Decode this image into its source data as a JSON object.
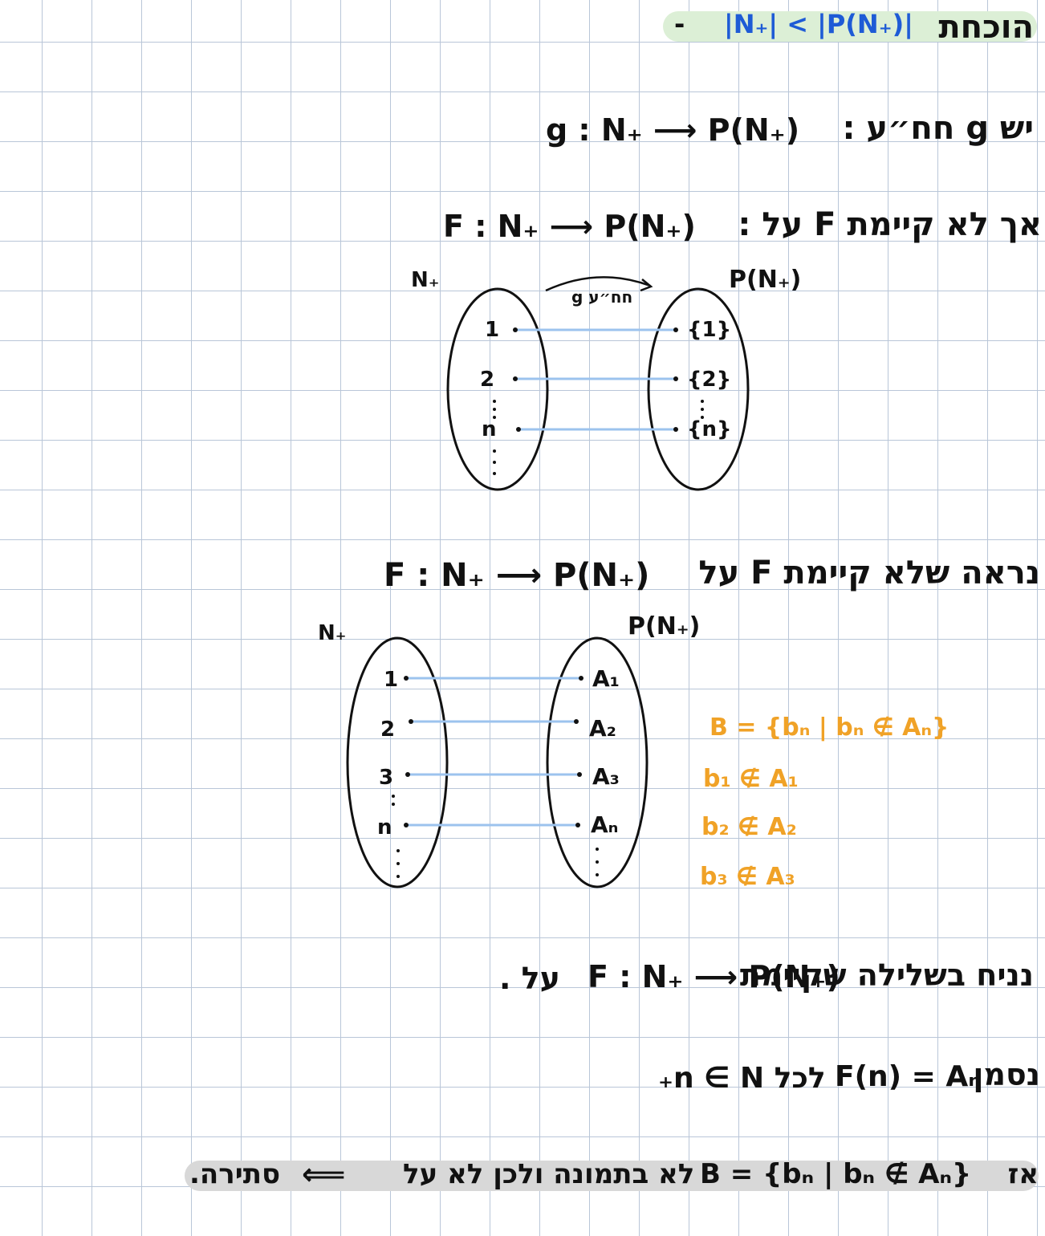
{
  "header": {
    "title": "הוכחת",
    "statement": "|N₊| < |P(N₊)|",
    "dash": "-"
  },
  "line1": {
    "text": "יש g חח״ע :",
    "formula": "g : N₊ ⟶ P(N₊)"
  },
  "line2": {
    "text": "אך לא קיימת F על :",
    "formula": "F : N₊ ⟶ P(N₊)"
  },
  "diagram1": {
    "left_label": "N₊",
    "right_label": "P(N₊)",
    "arrow_label": "g חח״ע",
    "left_items": [
      "1",
      "2",
      "n"
    ],
    "right_items": [
      "{1}",
      "{2}",
      "{n}"
    ]
  },
  "line3": {
    "text": "נראה שלא קיימת F על",
    "formula": "F : N₊ ⟶ P(N₊)"
  },
  "diagram2": {
    "left_label": "N₊",
    "right_label": "P(N₊)",
    "left_items": [
      "1",
      "2",
      "3",
      "n"
    ],
    "right_items": [
      "A₁",
      "A₂",
      "A₃",
      "Aₙ"
    ]
  },
  "orange_notes": {
    "set_def": "B = {bₙ | bₙ ∉ Aₙ}",
    "b1": "b₁ ∉ A₁",
    "b2": "b₂ ∉ A₂",
    "b3": "b₃ ∉ A₃"
  },
  "line4": {
    "text": "נניח בשלילה שקיימת",
    "formula": "F : N₊ ⟶ P(N₊)",
    "suffix": "על ."
  },
  "line5": {
    "text": "נסמן",
    "formula": "F(n) = Aₙ",
    "suffix": "לכל  n ∈ N₊"
  },
  "line6": {
    "prefix": "אז",
    "formula": "B = {bₙ | bₙ ∉ Aₙ}",
    "text": "לא בתמונה ולכן לא על",
    "arrow": "⟸",
    "conclusion": "סתירה."
  },
  "colors": {
    "blue_ink": "#1e5bd6",
    "orange_ink": "#f0a227",
    "connector_blue": "#9cc3ee",
    "highlight_green": "#dcefd6",
    "highlight_gray": "#d8d8d8",
    "grid": "#b9c6d8"
  }
}
